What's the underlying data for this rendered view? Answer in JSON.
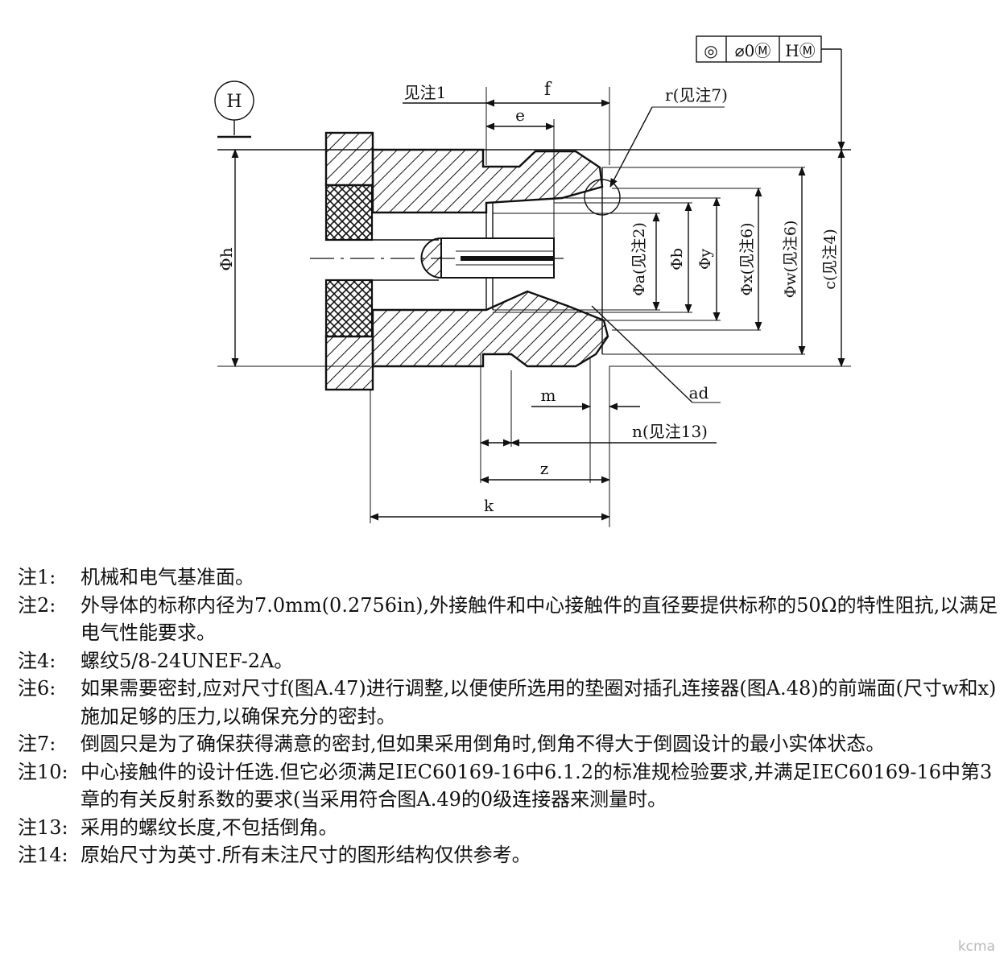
{
  "drawing": {
    "datum_label": "H",
    "tolerance_frame": [
      "◎",
      "⌀0Ⓜ",
      "HⓂ"
    ],
    "labels": {
      "see_note1": "见注1",
      "f": "f",
      "e": "e",
      "r_note7": "r(见注7)",
      "phi_h": "Φh",
      "phi_a": "Φa(见注2)",
      "phi_b": "Φb",
      "phi_y": "Φy",
      "phi_x": "Φx(见注6)",
      "phi_w": "Φw(见注6)",
      "c_note4": "c(见注4)",
      "ad": "ad",
      "m": "m",
      "n_note13": "n(见注13)",
      "z": "z",
      "k": "k"
    }
  },
  "notes": [
    {
      "label": "注1:",
      "text": "机械和电气基准面。"
    },
    {
      "label": "注2:",
      "text": "外导体的标称内径为7.0mm(0.2756in),外接触件和中心接触件的直径要提供标称的50Ω的特性阻抗,以满足电气性能要求。"
    },
    {
      "label": "注4:",
      "text": "螺纹5/8-24UNEF-2A。"
    },
    {
      "label": "注6:",
      "text": "如果需要密封,应对尺寸f(图A.47)进行调整,以便使所选用的垫圈对插孔连接器(图A.48)的前端面(尺寸w和x)施加足够的压力,以确保充分的密封。"
    },
    {
      "label": "注7:",
      "text": "倒圆只是为了确保获得满意的密封,但如果采用倒角时,倒角不得大于倒圆设计的最小实体状态。"
    },
    {
      "label": "注10:",
      "text": "中心接触件的设计任选.但它必须满足IEC60169-16中6.1.2的标准规检验要求,并满足IEC60169-16中第3章的有关反射系数的要求(当采用符合图A.49的0级连接器来测量时。"
    },
    {
      "label": "注13:",
      "text": "采用的螺纹长度,不包括倒角。"
    },
    {
      "label": "注14:",
      "text": "原始尺寸为英寸.所有未注尺寸的图形结构仅供参考。"
    }
  ],
  "watermark": "kcma"
}
